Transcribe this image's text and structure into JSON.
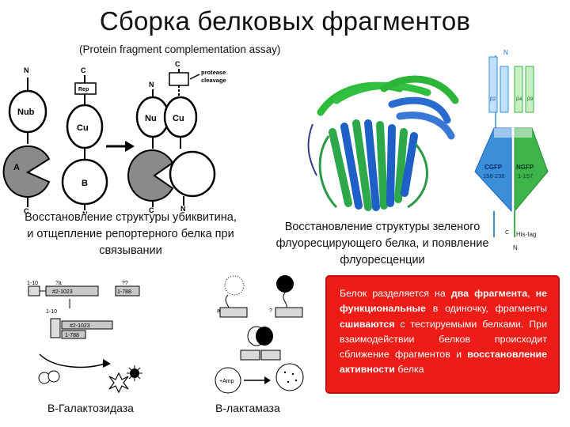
{
  "title": "Сборка белковых фрагментов",
  "subtitle": "(Protein fragment complementation assay)",
  "ubiquitin_diagram": {
    "labels": {
      "n_top": "N",
      "nub": "Nub",
      "a": "A",
      "c_bottom_left": "C",
      "c_top": "C",
      "rep": "Rep",
      "cu": "Cu",
      "b": "B",
      "n_bottom": "N",
      "c_top_right": "C",
      "protease_cleavage": "protease\ncleavage",
      "nu": "Nu",
      "cu_right": "Cu",
      "c_bottom_right_a": "C",
      "n_bottom_right_b": "N"
    }
  },
  "gfp_topology": {
    "labels": {
      "n_top": "N",
      "cgfp": "CGFP",
      "cgfp_range": "158-238",
      "ngfp": "NGFP",
      "ngfp_range": "1-157",
      "his_tag": "His-tag",
      "c_label": "C",
      "n_label": "N"
    }
  },
  "captions": {
    "ubiquitin": [
      "Восстановление структуры убиквитина,",
      "и отщепление репортерного белка при",
      "связывании"
    ],
    "gfp": [
      "Восстановление структуры зеленого",
      "флуоресцирующего белка, и появление",
      "флуоресценции"
    ]
  },
  "galactosidase_diagram": {
    "labels": {
      "top_left": "1-10",
      "a": "?a",
      "frag_a": "#2-1023",
      "qq": "??",
      "frag_b": "1-788",
      "mid_left": "1-10",
      "mid_frag_a": "#2-1023",
      "mid_frag_b": "1-788"
    }
  },
  "lactamase_diagram": {
    "labels": {
      "a": "a",
      "q": "?",
      "amp": "+Amp"
    }
  },
  "info_box": {
    "segments": [
      {
        "t": "Белок разделяется на ",
        "b": false
      },
      {
        "t": "два фрагмента",
        "b": true
      },
      {
        "t": ", ",
        "b": false
      },
      {
        "t": "не функциональные",
        "b": true
      },
      {
        "t": " в одиночку, фрагменты ",
        "b": false
      },
      {
        "t": "сшиваются",
        "b": true
      },
      {
        "t": " с тестируемыми белками. При взаимодействии белков происходит сближение фрагментов и ",
        "b": false
      },
      {
        "t": "восстановление активности",
        "b": true
      },
      {
        "t": " белка",
        "b": false
      }
    ]
  },
  "bottom_labels": {
    "galactosidase": "В-Галактозидаза",
    "lactamase": "В-лактамаза"
  },
  "colors": {
    "box_red": "#ee1c16",
    "gfp_blue": "#3a8fd8",
    "gfp_green": "#3db54a"
  }
}
